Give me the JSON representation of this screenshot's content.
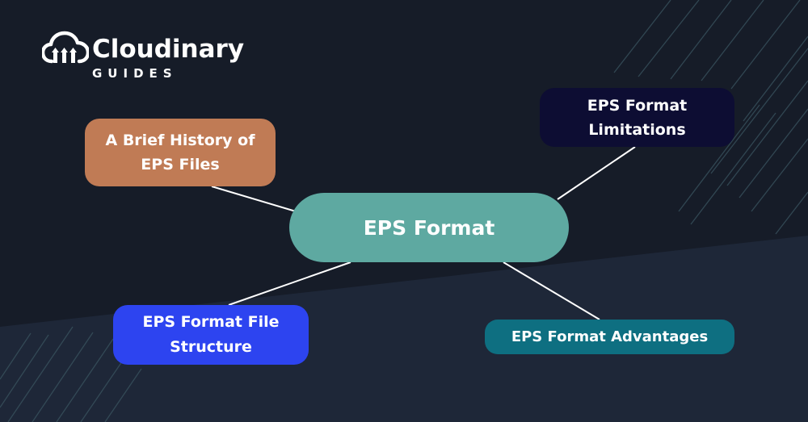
{
  "brand": {
    "name": "Cloudinary",
    "sub": "GUIDES",
    "icon": "cloudinary-cloud-icon"
  },
  "diagram": {
    "center": {
      "label": "EPS Format",
      "color": "#5ea9a1"
    },
    "branches": [
      {
        "id": "history",
        "label": "A Brief History of EPS Files",
        "color": "#c07b55"
      },
      {
        "id": "limitations",
        "label": "EPS Format Limitations",
        "color": "#0d0d33"
      },
      {
        "id": "structure",
        "label": "EPS Format File Structure",
        "color": "#2d44f0"
      },
      {
        "id": "advantages",
        "label": "EPS Format Advantages",
        "color": "#0e6f81"
      }
    ]
  },
  "colors": {
    "background_dark": "#161c28",
    "background_light": "#1e2738",
    "connector": "#ffffff"
  }
}
